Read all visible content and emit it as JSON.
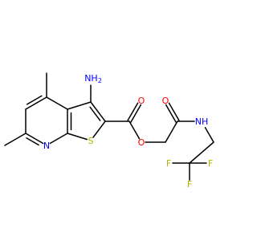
{
  "molecule": {
    "colors": {
      "bond": "#000000",
      "N": "#0000ff",
      "O": "#ff0000",
      "S": "#b2b200",
      "F": "#b2b200",
      "C": "#000000"
    },
    "atoms": [
      {
        "id": "NH2",
        "text": "NH",
        "sub": "2",
        "element": "N"
      },
      {
        "id": "N_ring",
        "text": "N",
        "element": "N"
      },
      {
        "id": "S_ring",
        "text": "S",
        "element": "S"
      },
      {
        "id": "O_carbonyl",
        "text": "O",
        "element": "O"
      },
      {
        "id": "O_ester",
        "text": "O",
        "element": "O"
      },
      {
        "id": "O_amide",
        "text": "O",
        "element": "O"
      },
      {
        "id": "NH_amide",
        "text": "NH",
        "element": "N"
      },
      {
        "id": "F1",
        "text": "F",
        "element": "F"
      },
      {
        "id": "F2",
        "text": "F",
        "element": "F"
      },
      {
        "id": "F3",
        "text": "F",
        "element": "F"
      }
    ]
  }
}
